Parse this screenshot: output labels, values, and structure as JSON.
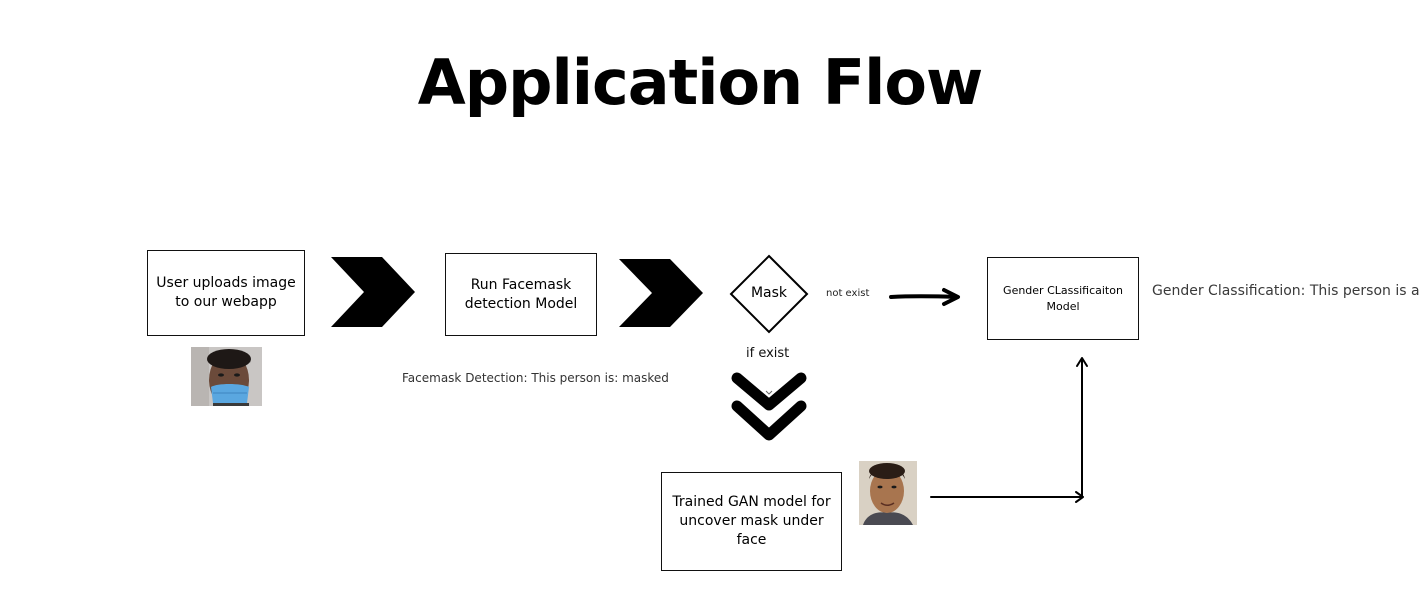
{
  "title": "Application Flow",
  "nodes": {
    "upload": "User uploads image to our webapp",
    "facemask_detection": "Run Facemask detection Model",
    "decision": "Mask",
    "gender_model": "Gender CLassificaiton Model",
    "gan_model": "Trained GAN model for uncover mask under face"
  },
  "edges": {
    "not_exist": "not exist",
    "if_exist": "if exist"
  },
  "captions": {
    "facemask_result": "Facemask Detection: This person is: masked",
    "gender_result": "Gender Classification: This person is a Man"
  },
  "images": {
    "masked_face": "masked-person-photo",
    "unmasked_face": "unmasked-person-photo"
  },
  "colors": {
    "background": "#ffffff",
    "ink": "#000000",
    "mask_blue": "#5aa7e0"
  }
}
